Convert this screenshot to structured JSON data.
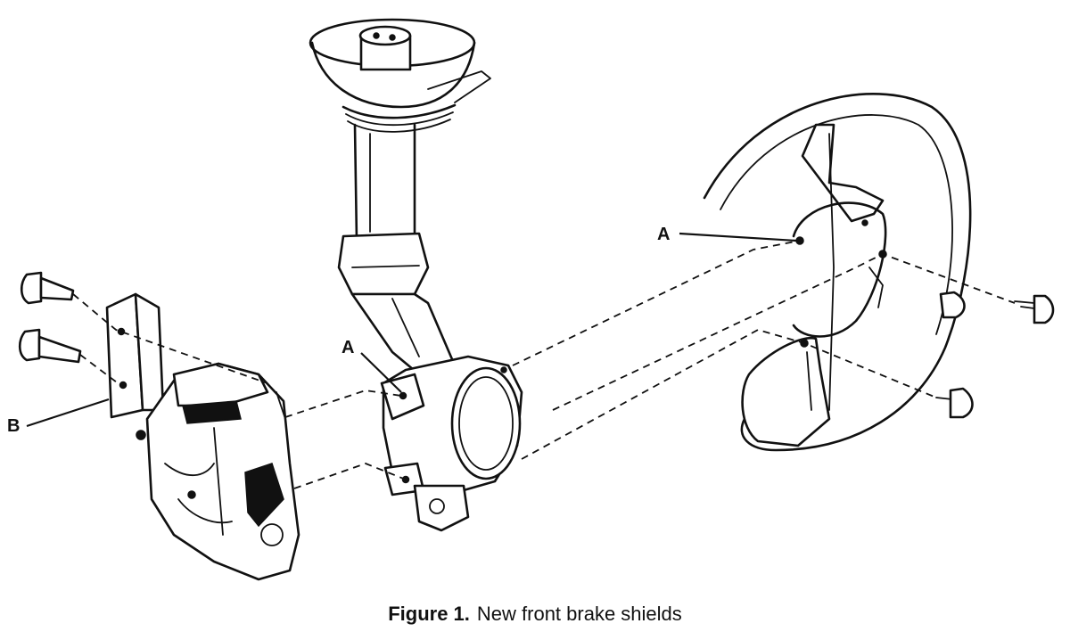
{
  "figure": {
    "caption_number": "Figure 1.",
    "caption_text": "New front brake shields"
  },
  "callouts": {
    "a_shield": "A",
    "a_knuckle": "A",
    "b_bracket": "B"
  }
}
